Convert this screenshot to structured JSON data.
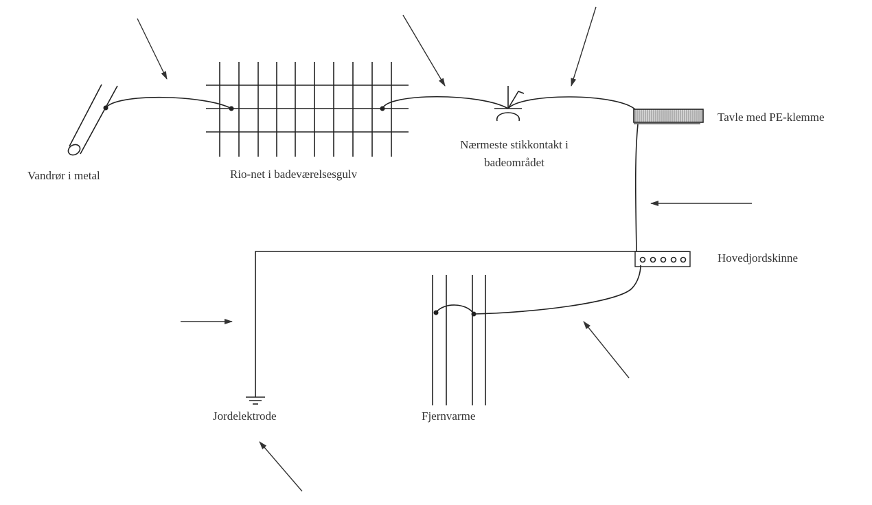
{
  "labels": {
    "water_pipe": "Vandrør i metal",
    "rio_net": "Rio-net i badeværelsesgulv",
    "outlet_line1": "Nærmeste stikkontakt i",
    "outlet_line2": "badeområdet",
    "panel": "Tavle med PE-klemme",
    "main_earth_bar": "Hovedjordskinne",
    "earth_electrode": "Jordelektrode",
    "district_heating": "Fjernvarme"
  },
  "colors": {
    "line": "#222222",
    "text": "#333333",
    "panel_fill": "#bdbdbd"
  }
}
